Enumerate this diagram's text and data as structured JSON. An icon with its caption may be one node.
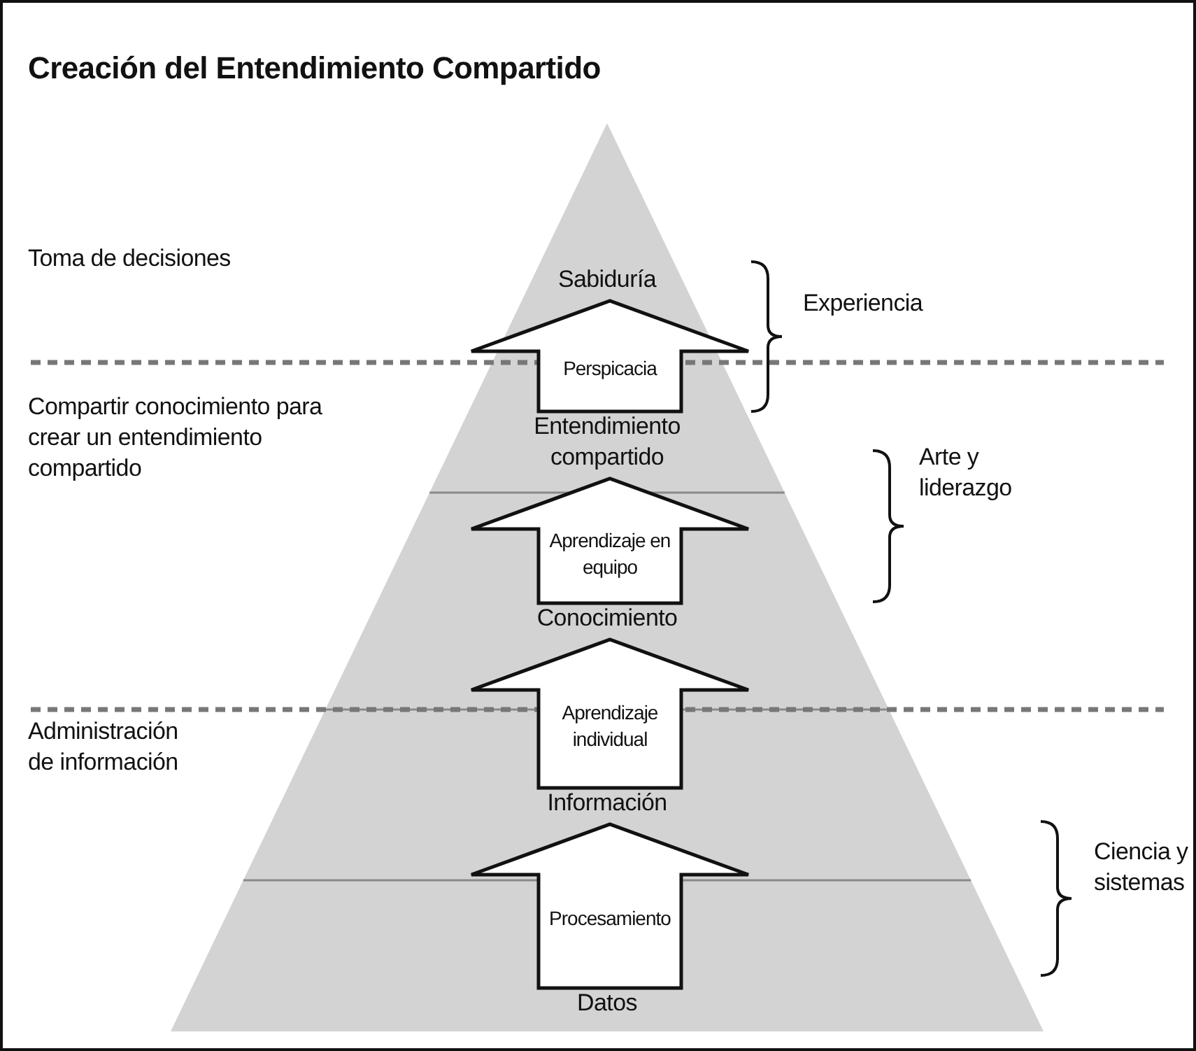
{
  "diagram": {
    "title": "Creación del Entendimiento Compartido",
    "nodes": [
      {
        "text": [
          "Sabiduría"
        ]
      },
      {
        "text": [
          "Entendimiento compartido"
        ]
      },
      {
        "text": [
          "Conocimiento"
        ]
      },
      {
        "text": [
          "Información"
        ]
      },
      {
        "text": [
          "Datos"
        ]
      }
    ],
    "edges": [
      {
        "from": 4,
        "to": 3,
        "arrow": "to",
        "label": "Procesamiento",
        "style": "thick"
      },
      {
        "from": 3,
        "to": 2,
        "arrow": "to",
        "label": "Aprendizaje individual",
        "style": "thick"
      },
      {
        "from": 2,
        "to": 1,
        "arrow": "to",
        "label": "Aprendizaje en equipo",
        "style": "thick"
      },
      {
        "from": 1,
        "to": 0,
        "arrow": "to",
        "label": "Perspicacia",
        "style": "thick"
      }
    ],
    "labels": [
      "Toma de decisiones",
      "Compartir conocimiento para crear un entendimiento compartido",
      "Administración de información",
      "Experiencia",
      "Arte y liderazgo",
      "Ciencia y sistemas"
    ]
  }
}
